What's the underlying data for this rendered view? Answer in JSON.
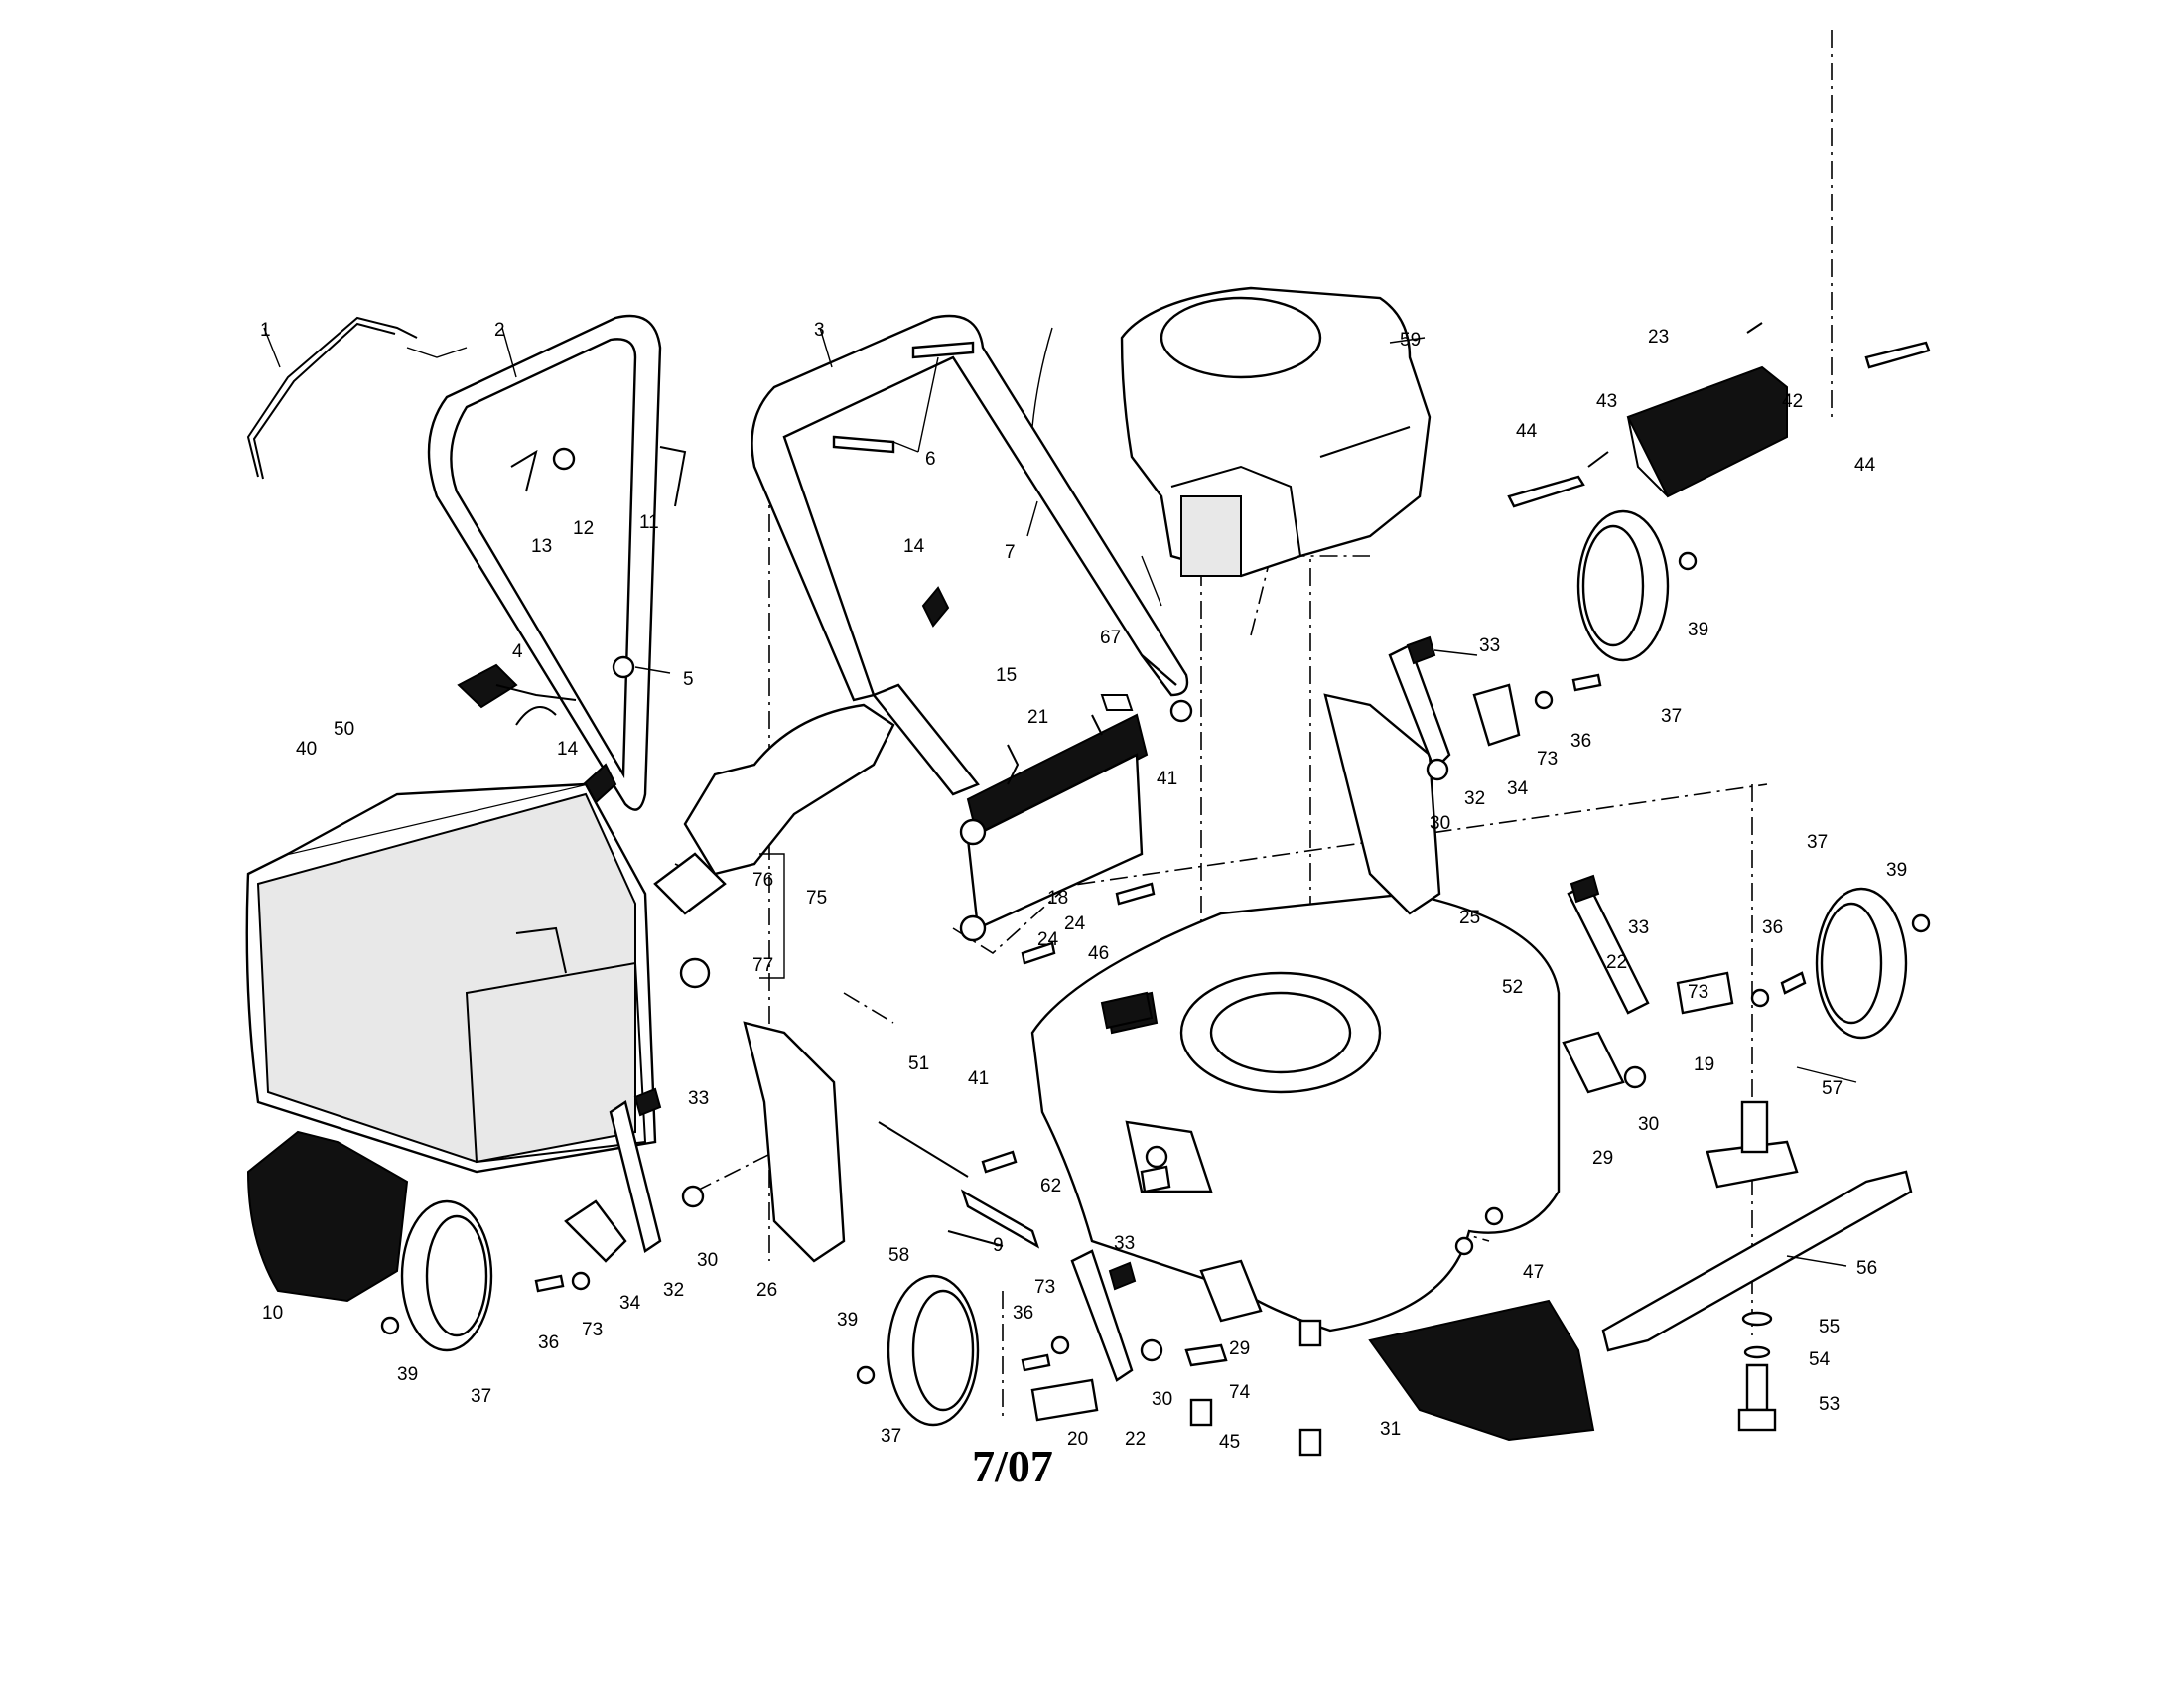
{
  "footer": {
    "date_code": "7/07"
  },
  "callouts": [
    {
      "id": "c1",
      "text": "1"
    },
    {
      "id": "c2",
      "text": "2"
    },
    {
      "id": "c3",
      "text": "3"
    },
    {
      "id": "c4",
      "text": "4"
    },
    {
      "id": "c5",
      "text": "5"
    },
    {
      "id": "c6",
      "text": "6"
    },
    {
      "id": "c7",
      "text": "7"
    },
    {
      "id": "c9",
      "text": "9"
    },
    {
      "id": "c10",
      "text": "10"
    },
    {
      "id": "c11",
      "text": "11"
    },
    {
      "id": "c12",
      "text": "12"
    },
    {
      "id": "c13",
      "text": "13"
    },
    {
      "id": "c14a",
      "text": "14"
    },
    {
      "id": "c14b",
      "text": "14"
    },
    {
      "id": "c15",
      "text": "15"
    },
    {
      "id": "c18",
      "text": "18"
    },
    {
      "id": "c19",
      "text": "19"
    },
    {
      "id": "c20",
      "text": "20"
    },
    {
      "id": "c21",
      "text": "21"
    },
    {
      "id": "c22a",
      "text": "22"
    },
    {
      "id": "c22b",
      "text": "22"
    },
    {
      "id": "c23",
      "text": "23"
    },
    {
      "id": "c24a",
      "text": "24"
    },
    {
      "id": "c24b",
      "text": "24"
    },
    {
      "id": "c25",
      "text": "25"
    },
    {
      "id": "c26",
      "text": "26"
    },
    {
      "id": "c29a",
      "text": "29"
    },
    {
      "id": "c29b",
      "text": "29"
    },
    {
      "id": "c30a",
      "text": "30"
    },
    {
      "id": "c30b",
      "text": "30"
    },
    {
      "id": "c30c",
      "text": "30"
    },
    {
      "id": "c30d",
      "text": "30"
    },
    {
      "id": "c31",
      "text": "31"
    },
    {
      "id": "c32a",
      "text": "32"
    },
    {
      "id": "c32b",
      "text": "32"
    },
    {
      "id": "c33a",
      "text": "33"
    },
    {
      "id": "c33b",
      "text": "33"
    },
    {
      "id": "c33c",
      "text": "33"
    },
    {
      "id": "c33d",
      "text": "33"
    },
    {
      "id": "c34a",
      "text": "34"
    },
    {
      "id": "c34b",
      "text": "34"
    },
    {
      "id": "c36a",
      "text": "36"
    },
    {
      "id": "c36b",
      "text": "36"
    },
    {
      "id": "c36c",
      "text": "36"
    },
    {
      "id": "c36d",
      "text": "36"
    },
    {
      "id": "c37a",
      "text": "37"
    },
    {
      "id": "c37b",
      "text": "37"
    },
    {
      "id": "c37c",
      "text": "37"
    },
    {
      "id": "c37d",
      "text": "37"
    },
    {
      "id": "c39a",
      "text": "39"
    },
    {
      "id": "c39b",
      "text": "39"
    },
    {
      "id": "c39c",
      "text": "39"
    },
    {
      "id": "c39d",
      "text": "39"
    },
    {
      "id": "c40",
      "text": "40"
    },
    {
      "id": "c41a",
      "text": "41"
    },
    {
      "id": "c41b",
      "text": "41"
    },
    {
      "id": "c42",
      "text": "42"
    },
    {
      "id": "c43",
      "text": "43"
    },
    {
      "id": "c44a",
      "text": "44"
    },
    {
      "id": "c44b",
      "text": "44"
    },
    {
      "id": "c45",
      "text": "45"
    },
    {
      "id": "c46",
      "text": "46"
    },
    {
      "id": "c47",
      "text": "47"
    },
    {
      "id": "c50",
      "text": "50"
    },
    {
      "id": "c51",
      "text": "51"
    },
    {
      "id": "c52",
      "text": "52"
    },
    {
      "id": "c53",
      "text": "53"
    },
    {
      "id": "c54",
      "text": "54"
    },
    {
      "id": "c55",
      "text": "55"
    },
    {
      "id": "c56",
      "text": "56"
    },
    {
      "id": "c57",
      "text": "57"
    },
    {
      "id": "c58",
      "text": "58"
    },
    {
      "id": "c59",
      "text": "59"
    },
    {
      "id": "c62",
      "text": "62"
    },
    {
      "id": "c67",
      "text": "67"
    },
    {
      "id": "c73a",
      "text": "73"
    },
    {
      "id": "c73b",
      "text": "73"
    },
    {
      "id": "c73c",
      "text": "73"
    },
    {
      "id": "c73d",
      "text": "73"
    },
    {
      "id": "c74",
      "text": "74"
    },
    {
      "id": "c75",
      "text": "75"
    },
    {
      "id": "c76",
      "text": "76"
    },
    {
      "id": "c77",
      "text": "77"
    }
  ]
}
